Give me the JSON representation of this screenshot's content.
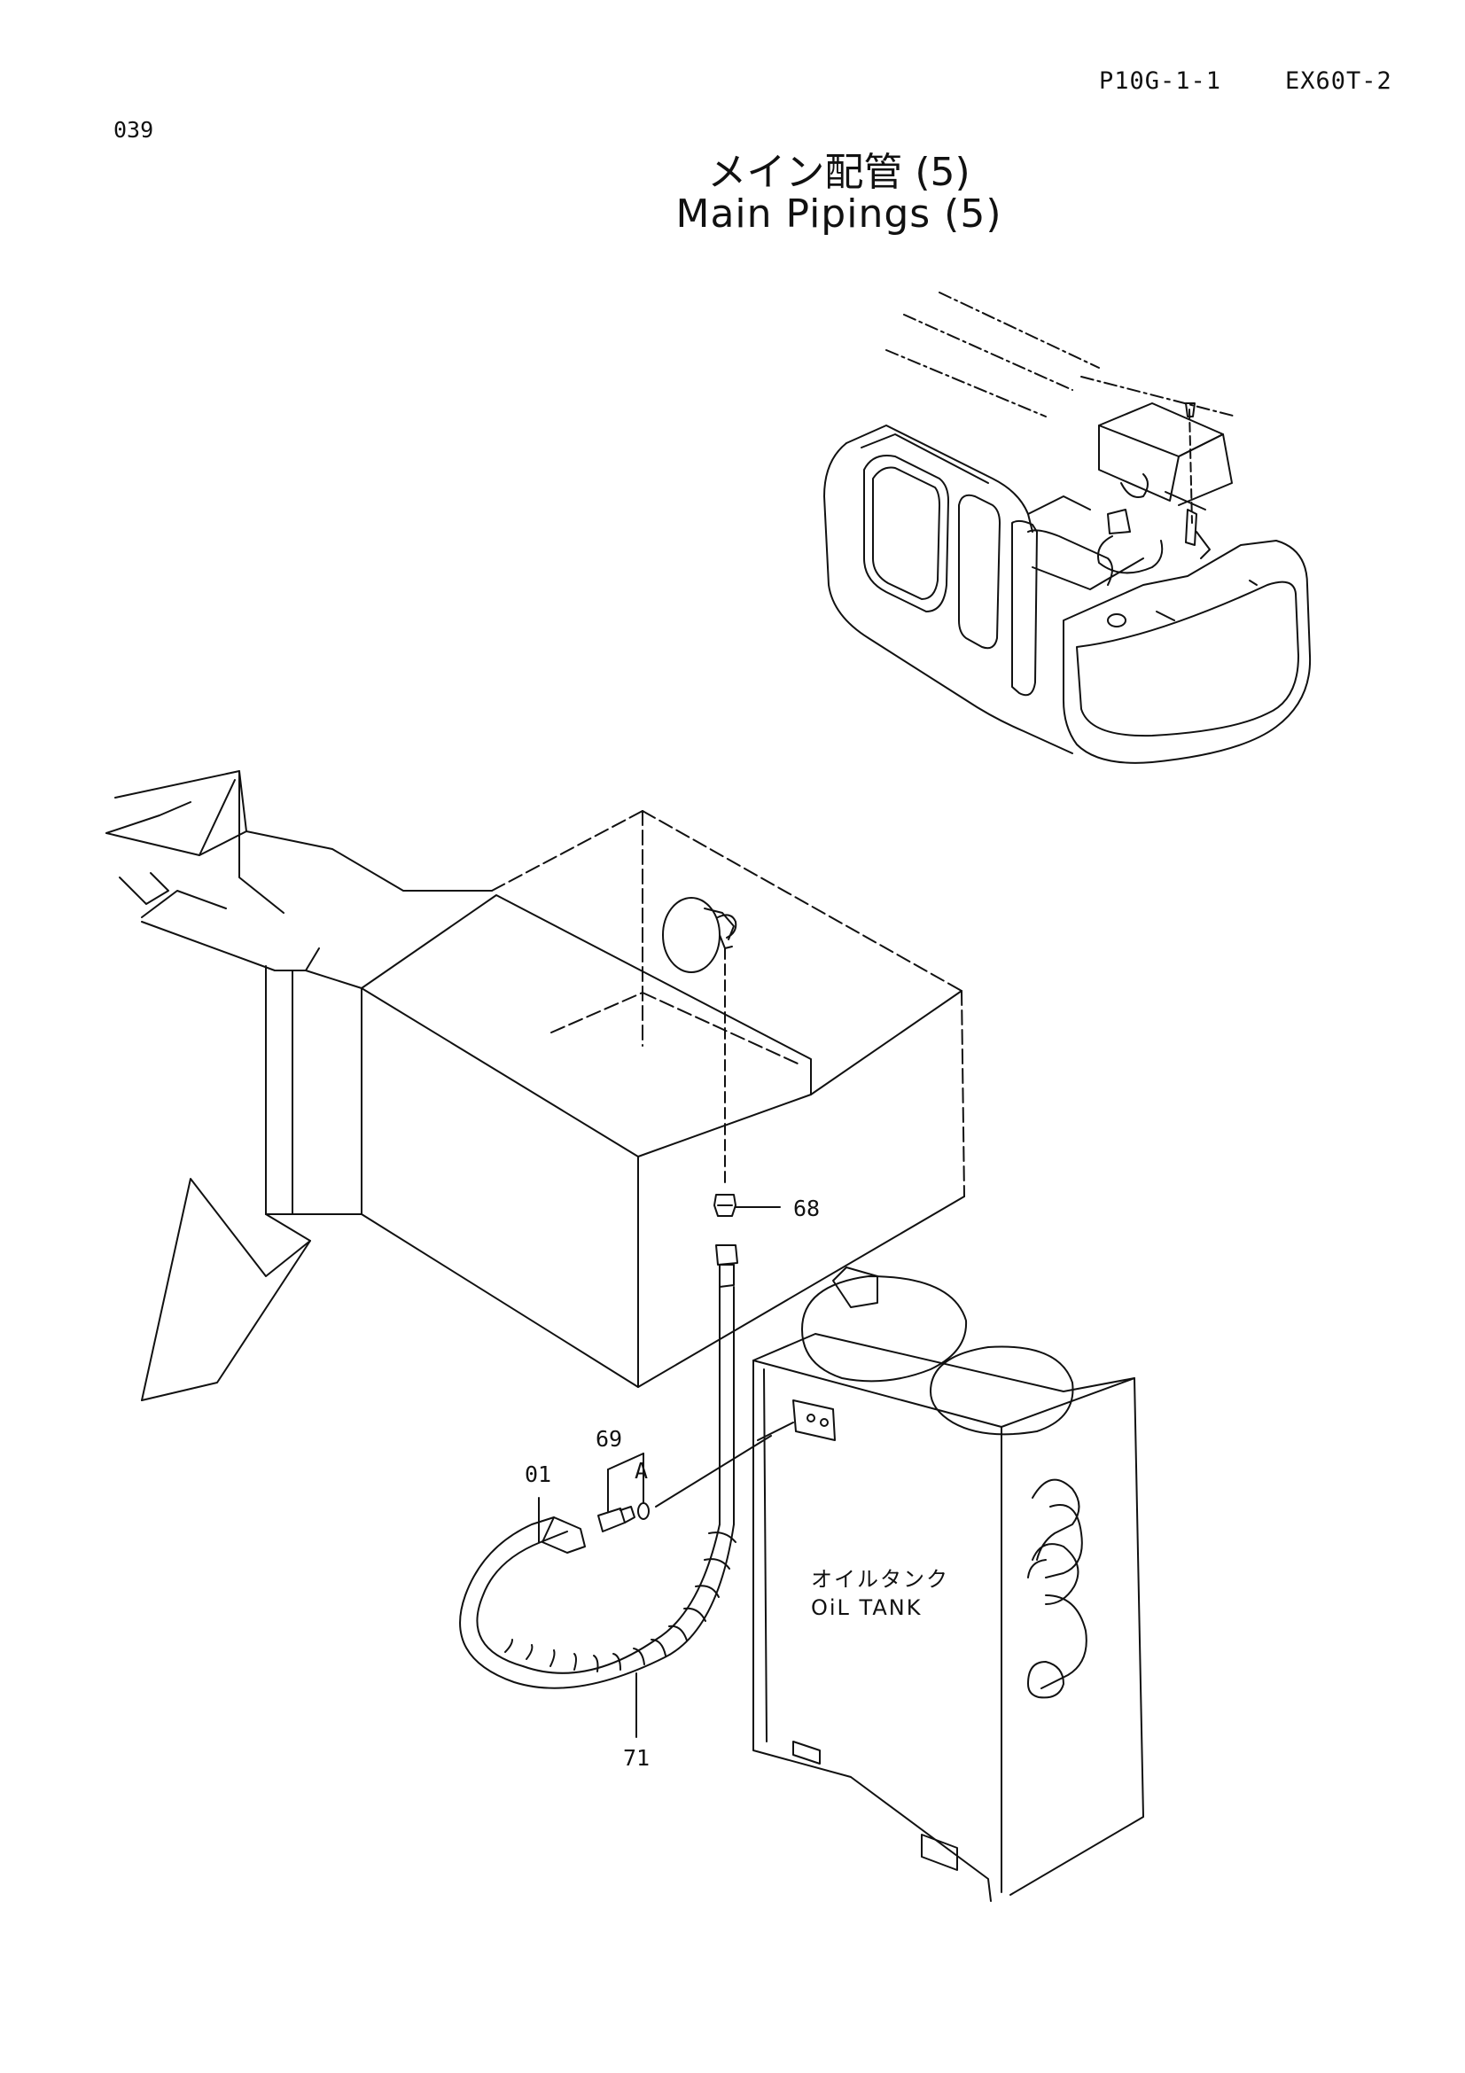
{
  "header": {
    "catalog_code": "P10G-1-1",
    "model": "EX60T-2"
  },
  "page_number": "039",
  "title": {
    "japanese": "メイン配管 (5)",
    "english": "Main Pipings (5)"
  },
  "callouts": {
    "part_68": "68",
    "part_69": "69",
    "view_a": "A",
    "part_01": "01",
    "part_71": "71"
  },
  "tank_label": {
    "japanese": "オイルタンク",
    "english": "OiL TANK"
  }
}
